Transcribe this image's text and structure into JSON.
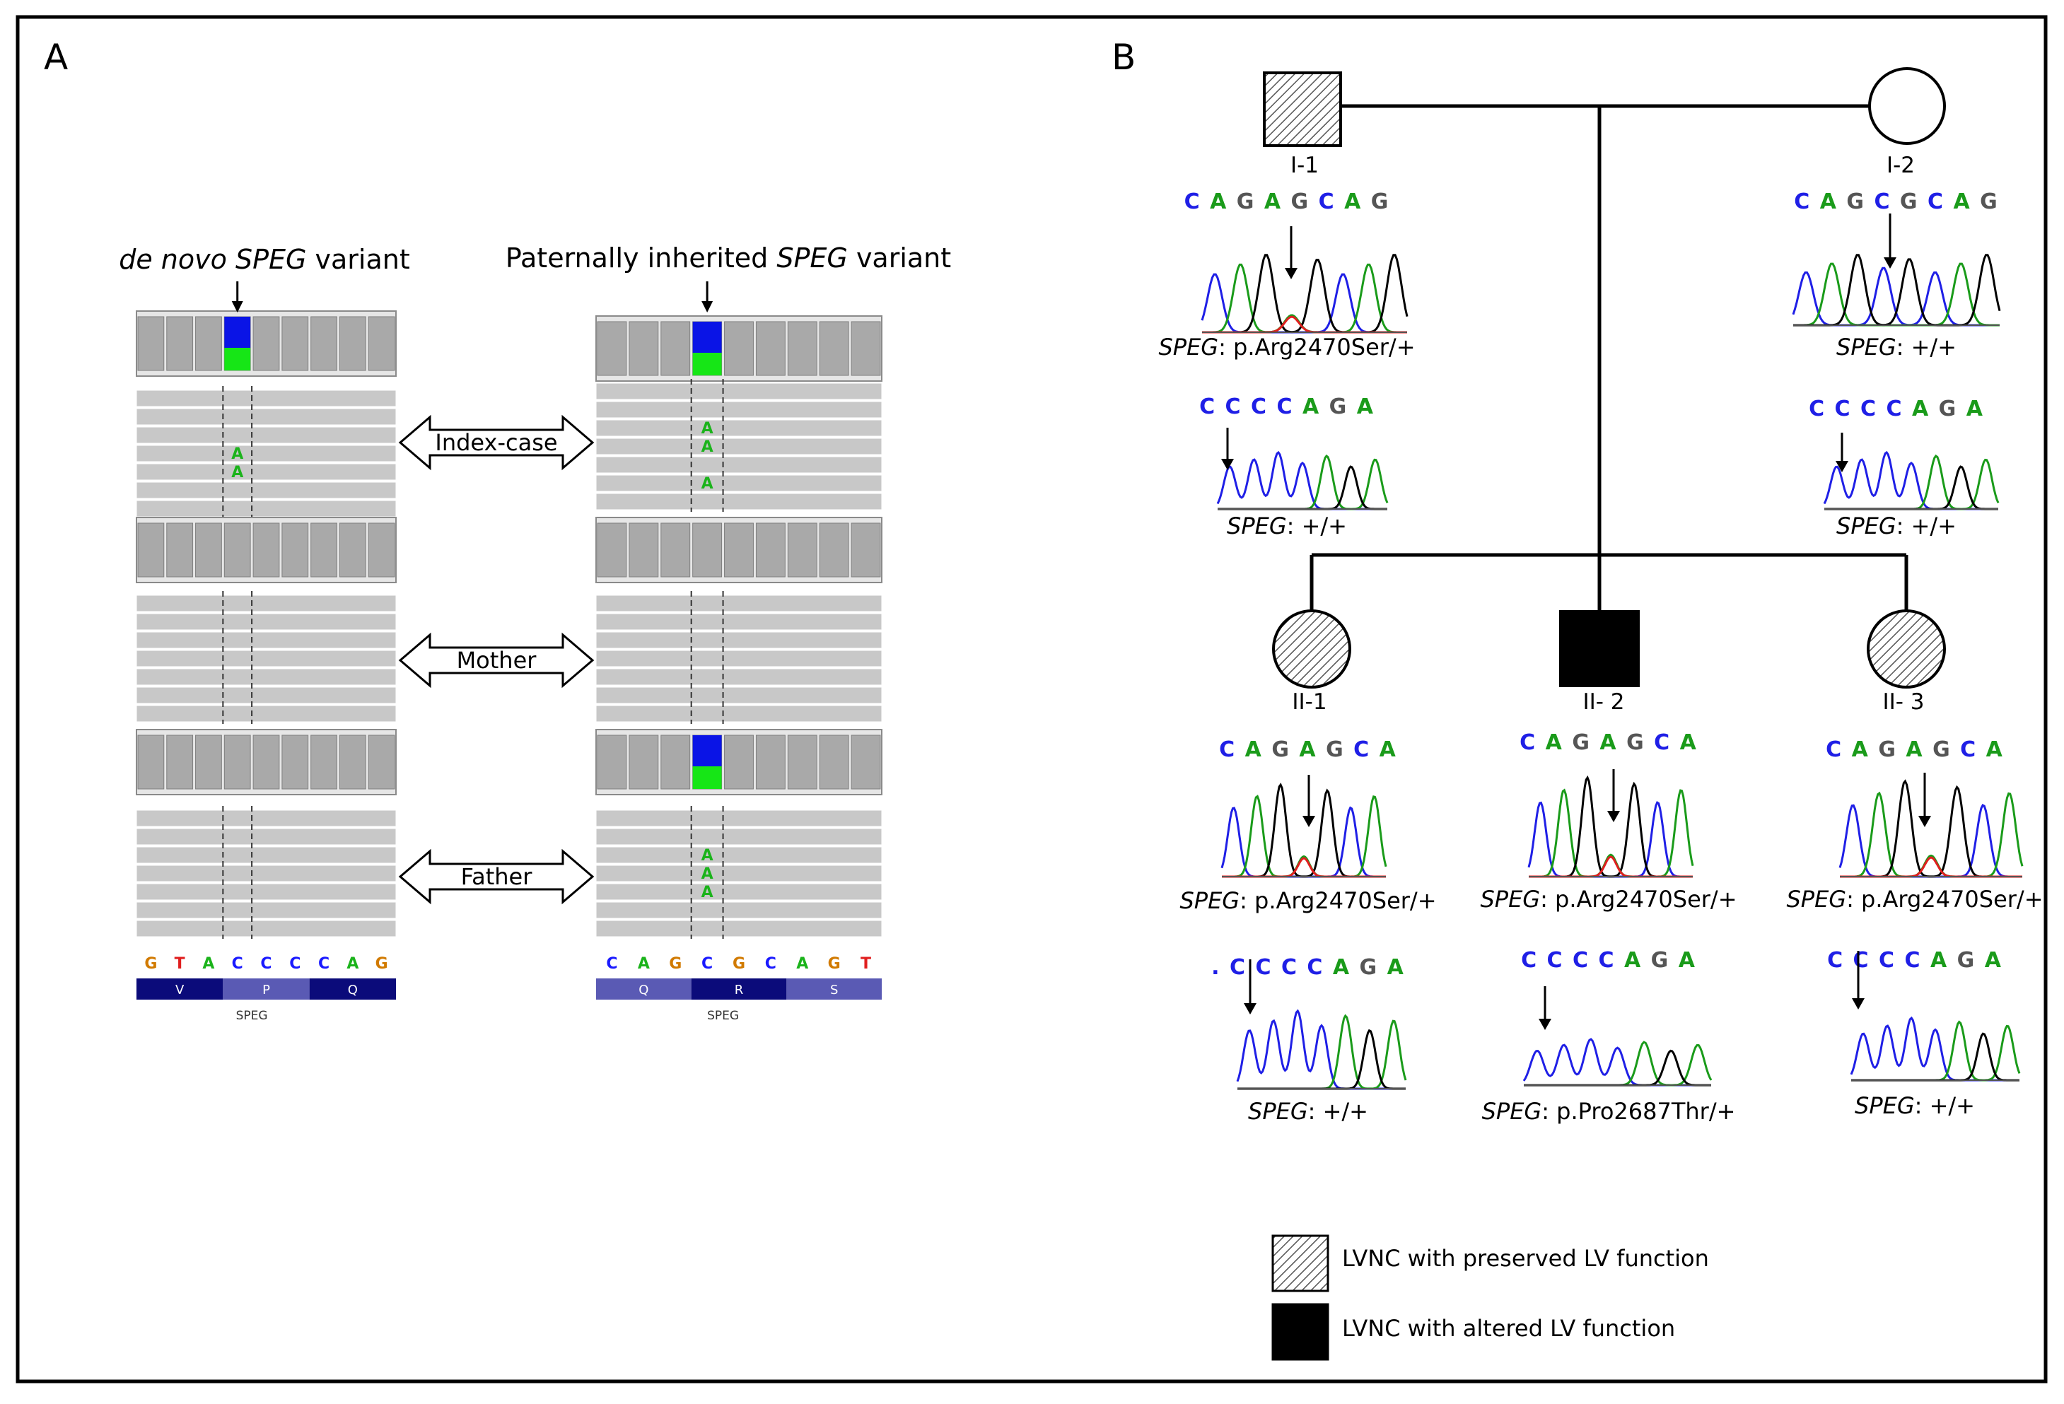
{
  "panel_a": {
    "letter": "A",
    "left_title": {
      "pre": "de novo ",
      "gene": "SPEG",
      "post": " variant"
    },
    "right_title": {
      "pre": "Paternally inherited ",
      "gene": "SPEG",
      "post": " variant"
    },
    "arrow_labels": [
      "Index-case",
      "Mother",
      "Father"
    ],
    "variant_read": "A",
    "left_ref_bases": [
      "G",
      "T",
      "A",
      "C",
      "C",
      "C",
      "C",
      "A",
      "G"
    ],
    "right_ref_bases": [
      "C",
      "A",
      "G",
      "C",
      "G",
      "C",
      "A",
      "G",
      "T"
    ],
    "left_aa": [
      "V",
      "P",
      "Q"
    ],
    "right_aa": [
      "Q",
      "R",
      "S"
    ],
    "gene_label": "SPEG",
    "left_reads": {
      "index": [
        3,
        4
      ],
      "mother": [],
      "father": []
    },
    "right_reads": {
      "index": [
        2,
        3,
        5
      ],
      "mother": [],
      "father": [
        2,
        3,
        4
      ]
    },
    "highlight": {
      "index_right": true,
      "father_right": true,
      "index_left": true
    }
  },
  "panel_b": {
    "letter": "B",
    "individuals": {
      "I1": {
        "id": "I-1",
        "seq1": "CAGAGCAG",
        "seq2": "CCCCAGA",
        "geno1_post": ": p.Arg2470Ser/+",
        "geno2_post": ": +/+"
      },
      "I2": {
        "id": "I-2",
        "seq1": "CAGCGCAG",
        "seq2": "CCCCAGA",
        "geno1_post": ": +/+",
        "geno2_post": ": +/+"
      },
      "II1": {
        "id": "II-1",
        "seq1": "CAGAGCA",
        "seq2": ".CCCCAGA",
        "geno1_post": ": p.Arg2470Ser/+",
        "geno2_post": ": +/+"
      },
      "II2": {
        "id": "II- 2",
        "seq1": "CAGAGCA",
        "seq2": "CCCCAGA",
        "geno1_post": ": p.Arg2470Ser/+",
        "geno2_post": ": p.Pro2687Thr/+"
      },
      "II3": {
        "id": "II- 3",
        "seq1": "CAGAGCA",
        "seq2": "CCCCAGA",
        "geno1_post": ": p.Arg2470Ser/+",
        "geno2_post": ": +/+"
      }
    },
    "gene_italic": "SPEG",
    "legend": [
      {
        "label": "LVNC with preserved LV function",
        "fill": "hatched"
      },
      {
        "label": "LVNC with altered LV function",
        "fill": "solid"
      }
    ]
  },
  "colors": {
    "A": "#1bb31b",
    "C": "#1a1aff",
    "G": "#d17a00",
    "T": "#e01f1f",
    "variant_blue": "#0a14e6",
    "variant_green": "#16e616",
    "read_gray": "#c8c8c8",
    "coverage_gray": "#a9a9a9",
    "aa_dark": "#0b0b7a",
    "aa_light": "#5a5ab4",
    "trace_blue": "#1f1fe6",
    "trace_green": "#1a9b1a",
    "trace_black": "#000000",
    "trace_red": "#e01f1f"
  }
}
